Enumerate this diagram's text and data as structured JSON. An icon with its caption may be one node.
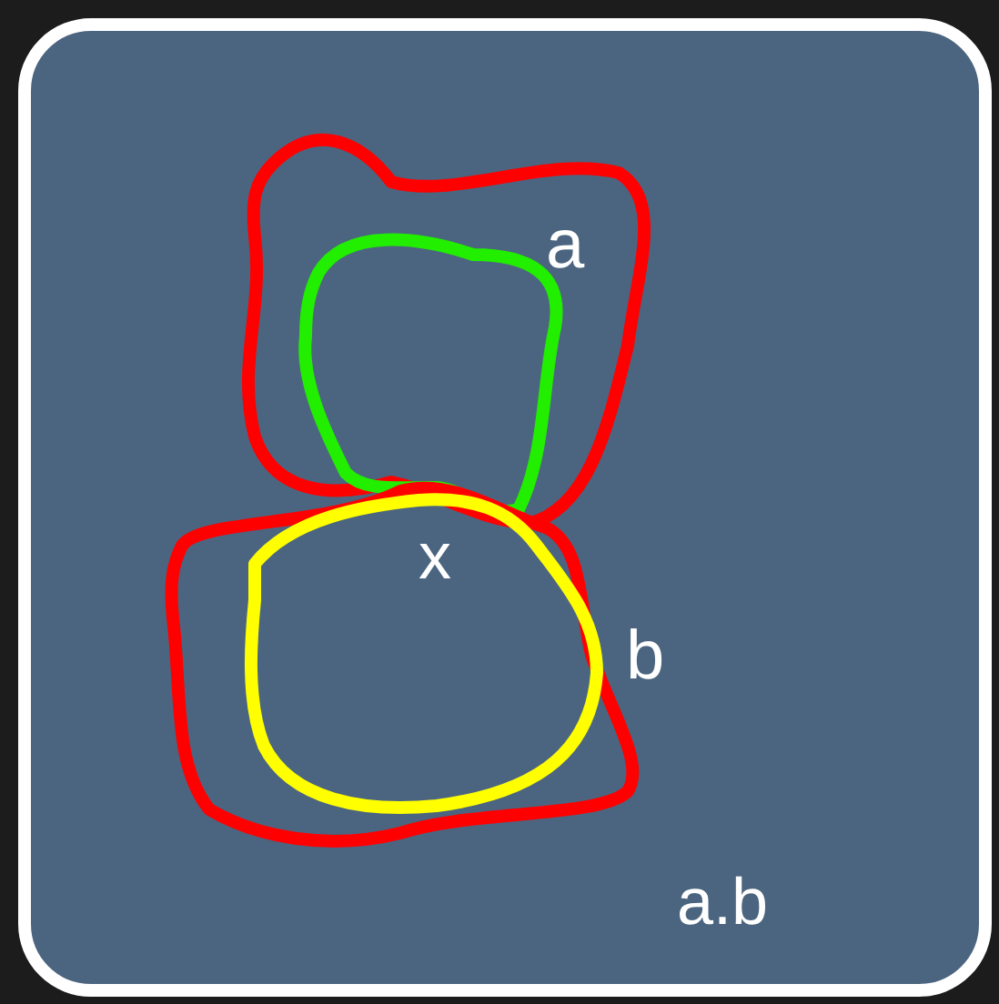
{
  "diagram": {
    "nodes": [
      {
        "text": [
          "a"
        ]
      },
      {
        "text": [],
        "shape": "blob",
        "in": 0
      },
      {
        "text": [],
        "shape": "blob",
        "beside": [
          "b"
        ]
      },
      {
        "text": [],
        "shape": "blob",
        "in": 2
      }
    ],
    "labels": [
      "x",
      "a.b"
    ]
  }
}
